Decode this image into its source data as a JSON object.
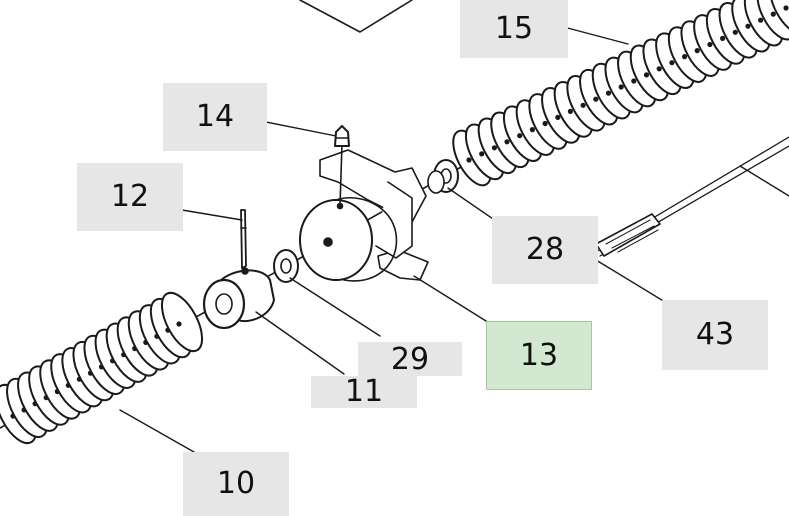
{
  "colors": {
    "callout_fill": "#e6e6e6",
    "callout_selected_fill": "#d3e8d0",
    "callout_selected_border": "#a6c9a1",
    "line_art": "#1a1a1a"
  },
  "callouts": [
    {
      "key": "c15",
      "number": "15",
      "selected": false
    },
    {
      "key": "c14",
      "number": "14",
      "selected": false
    },
    {
      "key": "c12",
      "number": "12",
      "selected": false
    },
    {
      "key": "c28",
      "number": "28",
      "selected": false
    },
    {
      "key": "c43",
      "number": "43",
      "selected": false
    },
    {
      "key": "c29",
      "number": "29",
      "selected": false
    },
    {
      "key": "c13",
      "number": "13",
      "selected": true
    },
    {
      "key": "c11",
      "number": "11",
      "selected": false
    },
    {
      "key": "c10",
      "number": "10",
      "selected": false
    }
  ]
}
